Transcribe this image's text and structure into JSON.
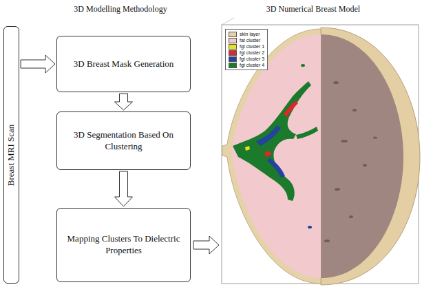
{
  "diagram": {
    "nodes": [
      {
        "text": [
          "Breast MRI Scan"
        ]
      },
      {
        "text": [
          "3D Breast Mask Generation"
        ]
      },
      {
        "text": [
          "3D Segmentation Based On Clustering"
        ]
      },
      {
        "text": [
          "Mapping Clusters To Dielectric Properties"
        ]
      }
    ],
    "edges": [
      {
        "from": 0,
        "to": 1,
        "arrow": "to"
      },
      {
        "from": 1,
        "to": 2,
        "arrow": "to"
      },
      {
        "from": 2,
        "to": 3,
        "arrow": "to"
      }
    ],
    "labels": [
      "3D Modelling Methodology",
      "3D Numerical Breast Model"
    ],
    "legend": [
      {
        "text": "skin layer",
        "color": "#e6d2a8"
      },
      {
        "text": "fat cluster",
        "color": "#f2c9cd"
      },
      {
        "text": "fgt cluster 1",
        "color": "#e6e21e"
      },
      {
        "text": "fgt cluster 2",
        "color": "#e4232b"
      },
      {
        "text": "fgt cluster 3",
        "color": "#23439e"
      },
      {
        "text": "fgt cluster 4",
        "color": "#1c7a2c"
      }
    ]
  }
}
